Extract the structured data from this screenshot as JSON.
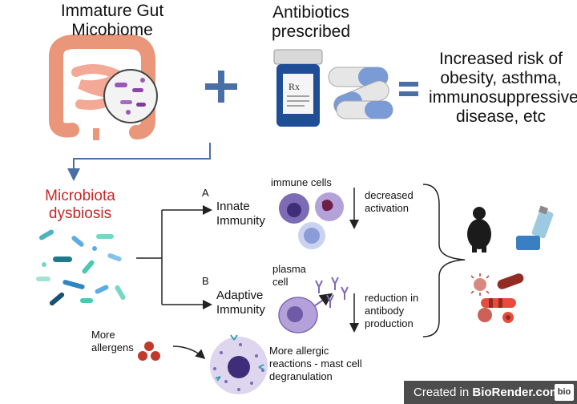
{
  "header": {
    "gut_title": "Immature Gut\nMicobiome",
    "antibiotics_title": "Antibiotics\nprescribed",
    "plus_symbol": "+",
    "equals_symbol": "=",
    "result": "Increased risk of\nobesity, asthma,\nimmunosuppressive\ndisease, etc"
  },
  "dysbiosis": {
    "title": "Microbiota\ndysbiosis"
  },
  "branch_a": {
    "letter": "A",
    "label": "Innate\nImmunity",
    "cells_label": "immune cells",
    "effect": "decreased\nactivation"
  },
  "branch_b": {
    "letter": "B",
    "label": "Adaptive\nImmunity",
    "cells_label": "plasma\ncell",
    "effect": "reduction in\nantibody\nproduction"
  },
  "allergy": {
    "more_allergens": "More\nallergens",
    "effect": "More allergic\nreactions - mast cell\ndegranulation"
  },
  "footer": {
    "created_in": "Created in ",
    "brand": "BioRender.com",
    "logo": "bio"
  },
  "colors": {
    "accent_blue": "#4a6fa5",
    "dysbiosis_red": "#c62828",
    "footer_bg": "#4d4d4d"
  }
}
